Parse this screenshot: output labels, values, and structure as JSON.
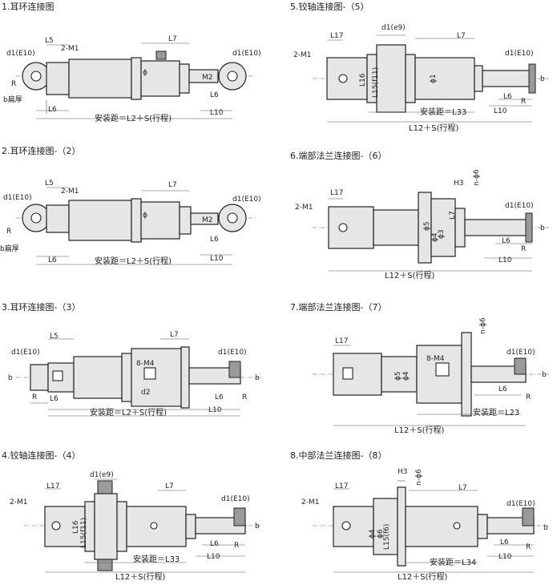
{
  "figures": [
    {
      "title": "1.耳环连接图",
      "labels": {
        "L5": "L5",
        "m1": "2-M1",
        "L7": "L7",
        "d1l": "d1(E10)",
        "d1r": "d1(E10)",
        "R": "R",
        "b": "b扁厚",
        "L6": "L6",
        "L6r": "L6",
        "L10": "L10",
        "M2": "M2",
        "phi": "ϕ",
        "dist": "安装距＝L2＋S(行程)"
      }
    },
    {
      "title": "2.耳环连接图-（2）",
      "labels": {
        "L5": "L5",
        "m1": "2-M1",
        "L7": "L7",
        "d1l": "d1(E10)",
        "d1r": "d1(E10)",
        "R": "R",
        "b": "b扁厚",
        "L6": "L6",
        "L6r": "L6",
        "L10": "L10",
        "M2": "M2",
        "phi": "ϕ",
        "dist": "安装距＝L2＋S(行程)"
      }
    },
    {
      "title": "3.耳环连接图-（3）",
      "labels": {
        "L5": "L5",
        "L7": "L7",
        "m4": "8-M4",
        "d1l": "d1(E10)",
        "d1r": "d1(E10)",
        "b": "b",
        "R": "R",
        "L6": "L6",
        "d2": "d2",
        "L6r": "L6",
        "R2": "R",
        "L10": "L10",
        "br": "b",
        "dist": "安装距＝L2＋S(行程)"
      }
    },
    {
      "title": "4.铰轴连接图-（4）",
      "labels": {
        "L17": "L17",
        "d1e9": "d1(e9)",
        "L7": "L7",
        "m1": "2-M1",
        "L16": "L16",
        "L15": "L15(f11)",
        "d1r": "d1(E10)",
        "b": "b",
        "L6": "L6",
        "R": "R",
        "L10": "L10",
        "dist": "安装距＝L33",
        "L12": "L12＋S(行程)"
      }
    },
    {
      "title": "5.铰轴连接图-（5）",
      "labels": {
        "L17": "L17",
        "d1e9": "d1(e9)",
        "L7": "L7",
        "m1": "2-M1",
        "L16": "L16",
        "L15": "L15(f11)",
        "phi1": "ϕ1",
        "d1r": "d1(E10)",
        "b": "b",
        "L6": "L6",
        "R": "R",
        "L10": "L10",
        "dist": "安装距＝L33",
        "L12": "L12＋S(行程)"
      }
    },
    {
      "title": "6.端部法兰连接图-（6）",
      "labels": {
        "H3": "H3",
        "nphi6": "n-ϕ6",
        "L17": "L17",
        "m1": "2-M1",
        "L7": "L7",
        "d1r": "d1(E10)",
        "b": "b",
        "L6": "L6",
        "R": "R",
        "L10": "L10",
        "phi5": "ϕ5",
        "phi4": "ϕ4",
        "phi3": "ϕ3",
        "L12": "L12＋S(行程)"
      }
    },
    {
      "title": "7.端部法兰连接图-（7）",
      "labels": {
        "L17": "L17",
        "nphi6": "n-ϕ6",
        "m4": "8-M4",
        "d1r": "d1(E10)",
        "b": "b",
        "L6": "L6",
        "R": "R",
        "phi5": "ϕ5",
        "phi4": "ϕ4",
        "dist": "安装距＝L23",
        "L12": "L12＋S(行程)"
      }
    },
    {
      "title": "8.中部法兰连接图-（8）",
      "labels": {
        "H3": "H3",
        "nphi6": "n-ϕ6",
        "L17": "L17",
        "L7": "L7",
        "m1": "2-M1",
        "d1r": "d1(E10)",
        "b": "b",
        "L6": "L6",
        "R": "R",
        "L10": "L10",
        "phi4": "ϕ4",
        "phi6": "ϕ6",
        "L15": "L15(f6)",
        "dist": "安装距＝L34",
        "L12": "L12＋S(行程)"
      }
    }
  ]
}
